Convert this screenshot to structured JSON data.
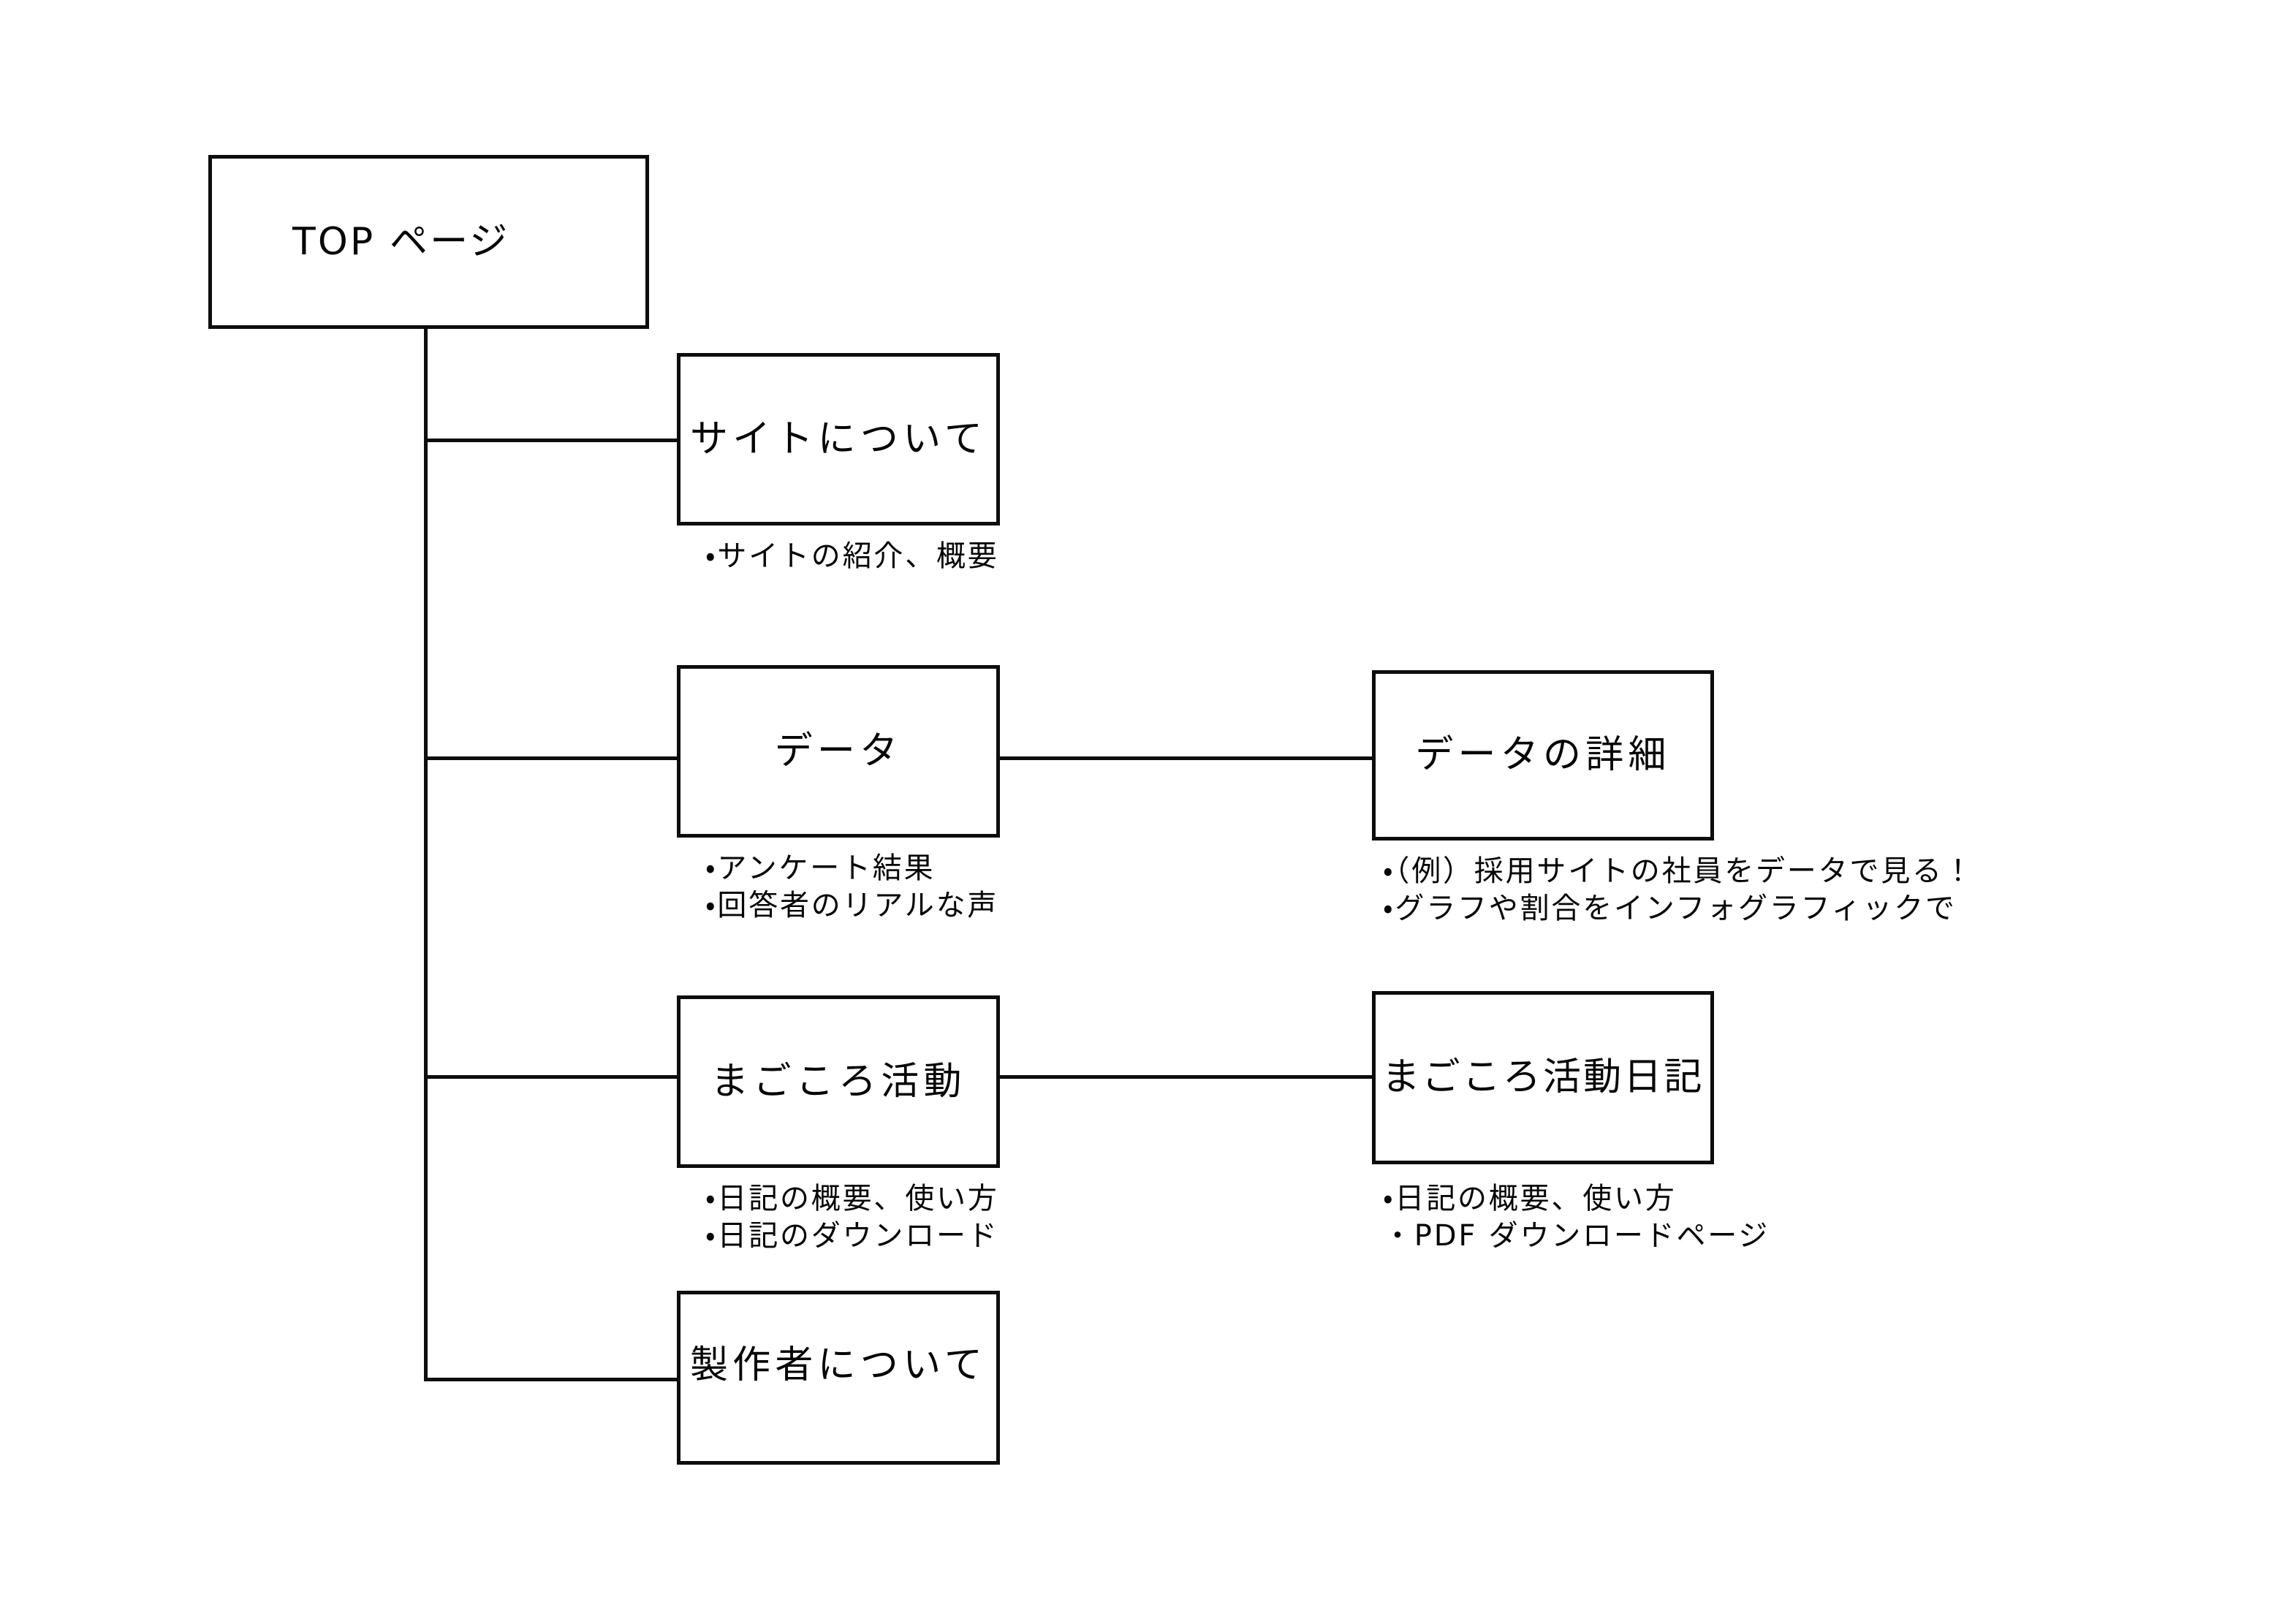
{
  "diagram": {
    "type": "sitemap-tree",
    "title_node": "TOP ページ",
    "line_color": "#0d0d0d",
    "background": "#ffffff",
    "nodes": [
      {
        "id": "top",
        "label": "TOP ページ",
        "level": 0,
        "notes": []
      },
      {
        "id": "about-site",
        "label": "サイトについて",
        "level": 1,
        "notes": [
          "・サイトの紹介、概要"
        ]
      },
      {
        "id": "data",
        "label": "データ",
        "level": 1,
        "notes": [
          "・アンケート結果",
          "・回答者のリアルな声"
        ]
      },
      {
        "id": "data-detail",
        "label": "データの詳細",
        "level": 2,
        "notes": [
          "・（例）採用サイトの社員をデータで見る！",
          "・グラフや割合をインフォグラフィックで"
        ]
      },
      {
        "id": "magokoro",
        "label": "まごころ活動",
        "level": 1,
        "notes": [
          "・日記の概要、使い方",
          "・日記のダウンロード"
        ]
      },
      {
        "id": "magokoro-diary",
        "label": "まごころ活動日記",
        "level": 2,
        "notes": [
          "・日記の概要、使い方",
          "・PDF ダウンロードページ"
        ]
      },
      {
        "id": "about-author",
        "label": "製作者について",
        "level": 1,
        "notes": []
      }
    ],
    "edges": [
      {
        "from": "top",
        "to": "about-site"
      },
      {
        "from": "top",
        "to": "data"
      },
      {
        "from": "top",
        "to": "magokoro"
      },
      {
        "from": "top",
        "to": "about-author"
      },
      {
        "from": "data",
        "to": "data-detail"
      },
      {
        "from": "magokoro",
        "to": "magokoro-diary"
      }
    ]
  }
}
